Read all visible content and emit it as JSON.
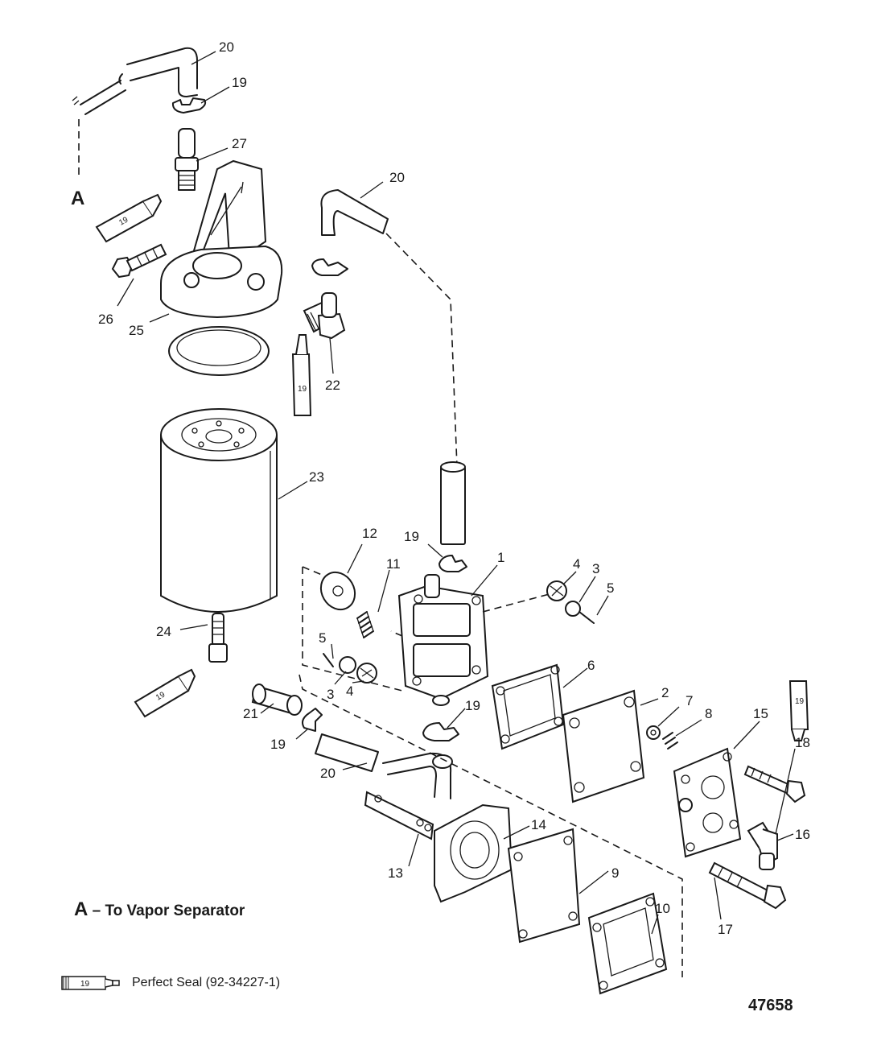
{
  "callouts": {
    "c1": "1",
    "c2": "2",
    "c3a": "3",
    "c3b": "3",
    "c4a": "4",
    "c4b": "4",
    "c5a": "5",
    "c5b": "5",
    "c6": "6",
    "c7": "7",
    "c8": "8",
    "c9": "9",
    "c10": "10",
    "c11": "11",
    "c12": "12",
    "c13": "13",
    "c14": "14",
    "c15": "15",
    "c16": "16",
    "c17": "17",
    "c18": "18",
    "c19a": "19",
    "c19b": "19",
    "c19c": "19",
    "c19d": "19",
    "c20a": "20",
    "c20b": "20",
    "c20c": "20",
    "c21": "21",
    "c22": "22",
    "c23": "23",
    "c24": "24",
    "c25": "25",
    "c26": "26",
    "c27": "27"
  },
  "sealant_tube_label": "19",
  "connector_label": "A",
  "legend": {
    "a_letter": "A",
    "a_text": "– To Vapor Separator",
    "seal_icon_label": "19",
    "seal_text": "Perfect Seal (92-34227-1)"
  },
  "figure_number": "47658"
}
